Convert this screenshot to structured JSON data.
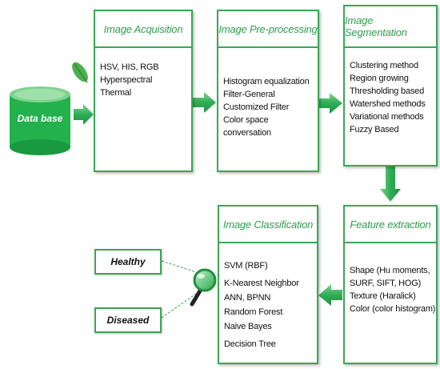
{
  "database": {
    "label": "Data base"
  },
  "boxes": {
    "acquisition": {
      "title": "Image Acquisition",
      "items": [
        "HSV, HIS, RGB",
        "Hyperspectral",
        "Thermal"
      ]
    },
    "preprocessing": {
      "title": "Image Pre-processing",
      "items": [
        "Histogram equalization",
        "Filter-General",
        "Customized Filter",
        "Color space",
        "conversation"
      ]
    },
    "segmentation": {
      "title": "Image Segmentation",
      "items": [
        "Clustering method",
        "Region growing",
        "Thresholding based",
        "Watershed methods",
        "Variational methods",
        "Fuzzy Based"
      ]
    },
    "feature": {
      "title": "Feature extraction",
      "items": [
        "Shape (Hu moments,",
        "SURF, SIFT, HOG)",
        "Texture (Haralick)",
        "Color (color histogram)"
      ]
    },
    "classification": {
      "title": "Image Classification",
      "items": [
        "SVM (RBF)",
        "K-Nearest Neighbor",
        "ANN, BPNN",
        "Random Forest",
        "Naive Bayes",
        "Decision Tree"
      ]
    }
  },
  "outputs": {
    "healthy": "Healthy",
    "diseased": "Diseased"
  },
  "colors": {
    "accent": "#3aa655",
    "arrow": "#2fae55",
    "database": "#22b14c"
  },
  "icons": [
    "leaf-icon",
    "magnifier-icon",
    "database-cylinder-icon"
  ]
}
